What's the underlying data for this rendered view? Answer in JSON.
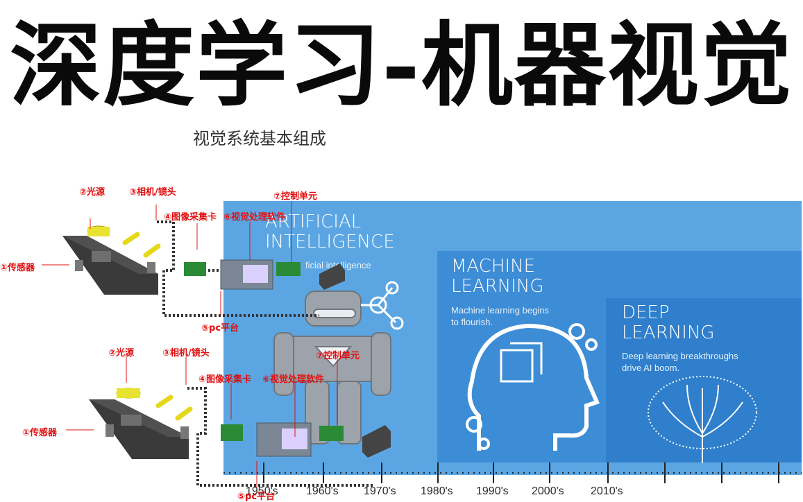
{
  "title": "深度学习-机器视觉",
  "subtitle": "视觉系统基本组成",
  "panels": {
    "ai": {
      "title": "ARTIFICIAL\nINTELLIGENCE",
      "desc": "ficial intelligence"
    },
    "ml": {
      "title": "MACHINE\nLEARNING",
      "desc": "Machine learning begins\nto flourish."
    },
    "dl": {
      "title": "DEEP\nLEARNING",
      "desc": "Deep learning breakthroughs\ndrive AI boom."
    }
  },
  "timeline": [
    "1950's",
    "1960's",
    "1970's",
    "1980's",
    "1990's",
    "2000's",
    "2010's"
  ],
  "diagram1": {
    "light": "②光源",
    "camera": "③相机/镜头",
    "card": "④图像采集卡",
    "software": "⑥视觉处理软件",
    "control": "⑦控制单元",
    "sensor": "①传感器",
    "pc": "⑤pc平台"
  },
  "diagram2": {
    "light": "②光源",
    "camera": "③相机/镜头",
    "card": "④图像采集卡",
    "software": "⑥视觉处理软件",
    "control": "⑦控制单元",
    "sensor": "①传感器",
    "pc": "⑤pc平台"
  },
  "colors": {
    "ai": "#5ba6e2",
    "ml": "#3d8cd6",
    "dl": "#2f7fcc",
    "label": "#e01010"
  }
}
